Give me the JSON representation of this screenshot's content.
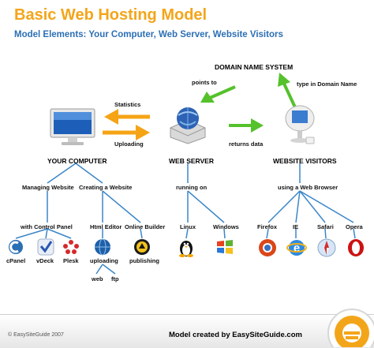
{
  "title": "Basic Web Hosting Model",
  "subtitle": "Model Elements: Your Computer, Web Server, Website Visitors",
  "labels": {
    "dns": "DOMAIN NAME SYSTEM",
    "points_to": "points to",
    "type_domain": "type in Domain Name",
    "statistics": "Statistics",
    "uploading": "Uploading",
    "returns_data": "returns data",
    "your_computer": "YOUR COMPUTER",
    "web_server": "WEB SERVER",
    "website_visitors": "WEBSITE VISITORS",
    "managing_website": "Managing Website",
    "creating_website": "Creating a Website",
    "running_on": "running on",
    "using_browser": "using a Web Browser",
    "control_panel": "with Control Panel",
    "html_editor": "Html Editor",
    "online_builder": "Online Builder",
    "linux": "Linux",
    "windows": "Windows",
    "firefox": "Firefox",
    "ie": "IE",
    "safari": "Safari",
    "opera": "Opera",
    "cpanel": "cPanel",
    "vdeck": "vDeck",
    "plesk": "Plesk",
    "uploading_leaf": "uploading",
    "publishing": "publishing",
    "web": "web",
    "ftp": "ftp"
  },
  "footer": {
    "copyright": "© EasySiteGuide 2007",
    "credit": "Model created by EasySiteGuide.com"
  },
  "colors": {
    "title": "#f3a51a",
    "subtitle": "#2c6fb4",
    "connector_blue": "#3b86c8",
    "arrow_orange": "#f5a416",
    "arrow_green": "#55c12b"
  }
}
